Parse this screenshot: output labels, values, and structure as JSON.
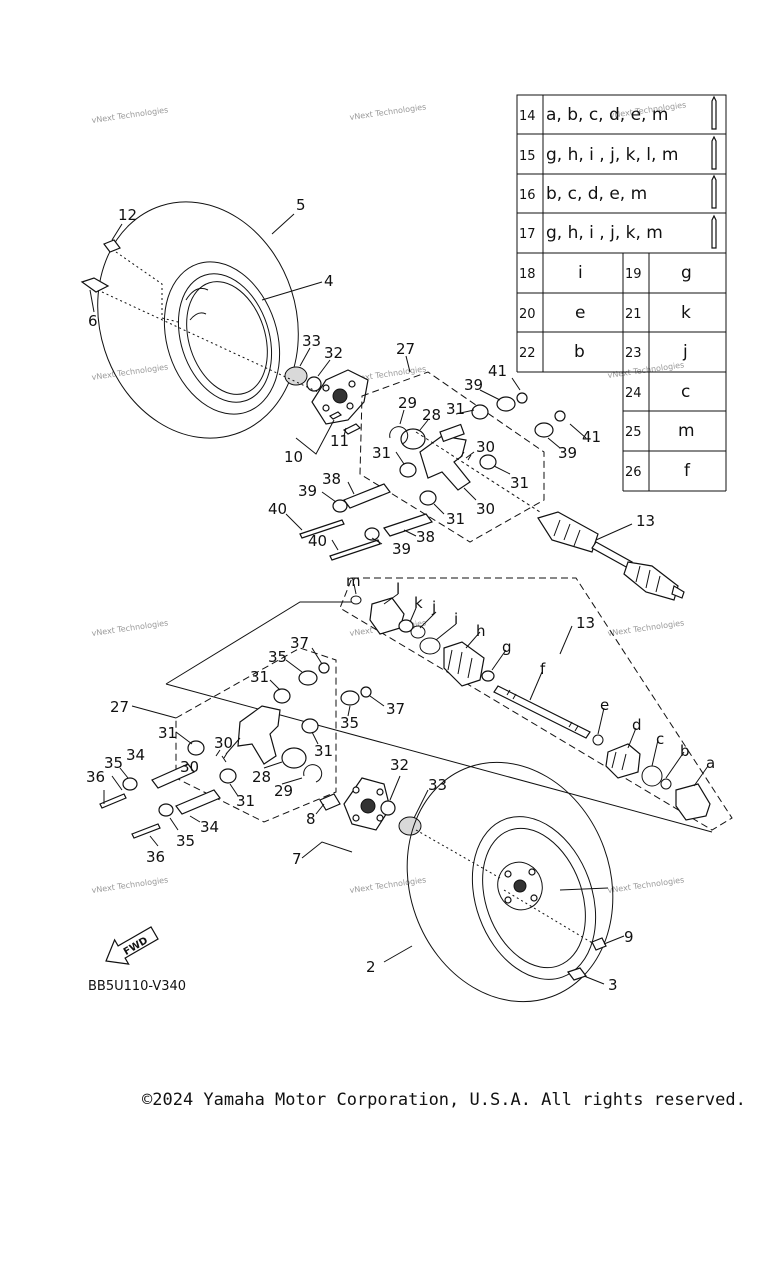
{
  "diagram_code": "BB5U110-V340",
  "copyright": "©2024 Yamaha Motor Corporation, U.S.A. All rights reserved.",
  "watermark": "vNext Technologies",
  "fwd_label": "FWD",
  "part_labels": {
    "n2": "2",
    "n3": "3",
    "n4": "4",
    "n5": "5",
    "n6": "6",
    "n7": "7",
    "n8": "8",
    "n9": "9",
    "n10": "10",
    "n11": "11",
    "n12": "12",
    "n13": "13",
    "n27": "27",
    "n28": "28",
    "n29": "29",
    "n30": "30",
    "n31": "31",
    "n32": "32",
    "n33": "33",
    "n34": "34",
    "n35": "35",
    "n36": "36",
    "n37": "37",
    "n38": "38",
    "n39": "39",
    "n40": "40",
    "n41": "41"
  },
  "letter_labels": {
    "a": "a",
    "b": "b",
    "c": "c",
    "d": "d",
    "e": "e",
    "f": "f",
    "g": "g",
    "h": "h",
    "i": "i",
    "j": "j",
    "k": "k",
    "l": "l",
    "m": "m"
  },
  "legend_wide": [
    {
      "num": "14",
      "parts": "a, b, c, d, e, m"
    },
    {
      "num": "15",
      "parts": "g, h, i , j, k, l, m"
    },
    {
      "num": "16",
      "parts": "b, c, d, e, m"
    },
    {
      "num": "17",
      "parts": "g, h, i , j, k, m"
    }
  ],
  "legend_pairs": [
    {
      "num": "18",
      "part": "i"
    },
    {
      "num": "19",
      "part": "g"
    },
    {
      "num": "20",
      "part": "e"
    },
    {
      "num": "21",
      "part": "k"
    },
    {
      "num": "22",
      "part": "b"
    },
    {
      "num": "23",
      "part": "j"
    },
    {
      "num": "24",
      "part": "c"
    },
    {
      "num": "25",
      "part": "m"
    },
    {
      "num": "26",
      "part": "f"
    }
  ]
}
